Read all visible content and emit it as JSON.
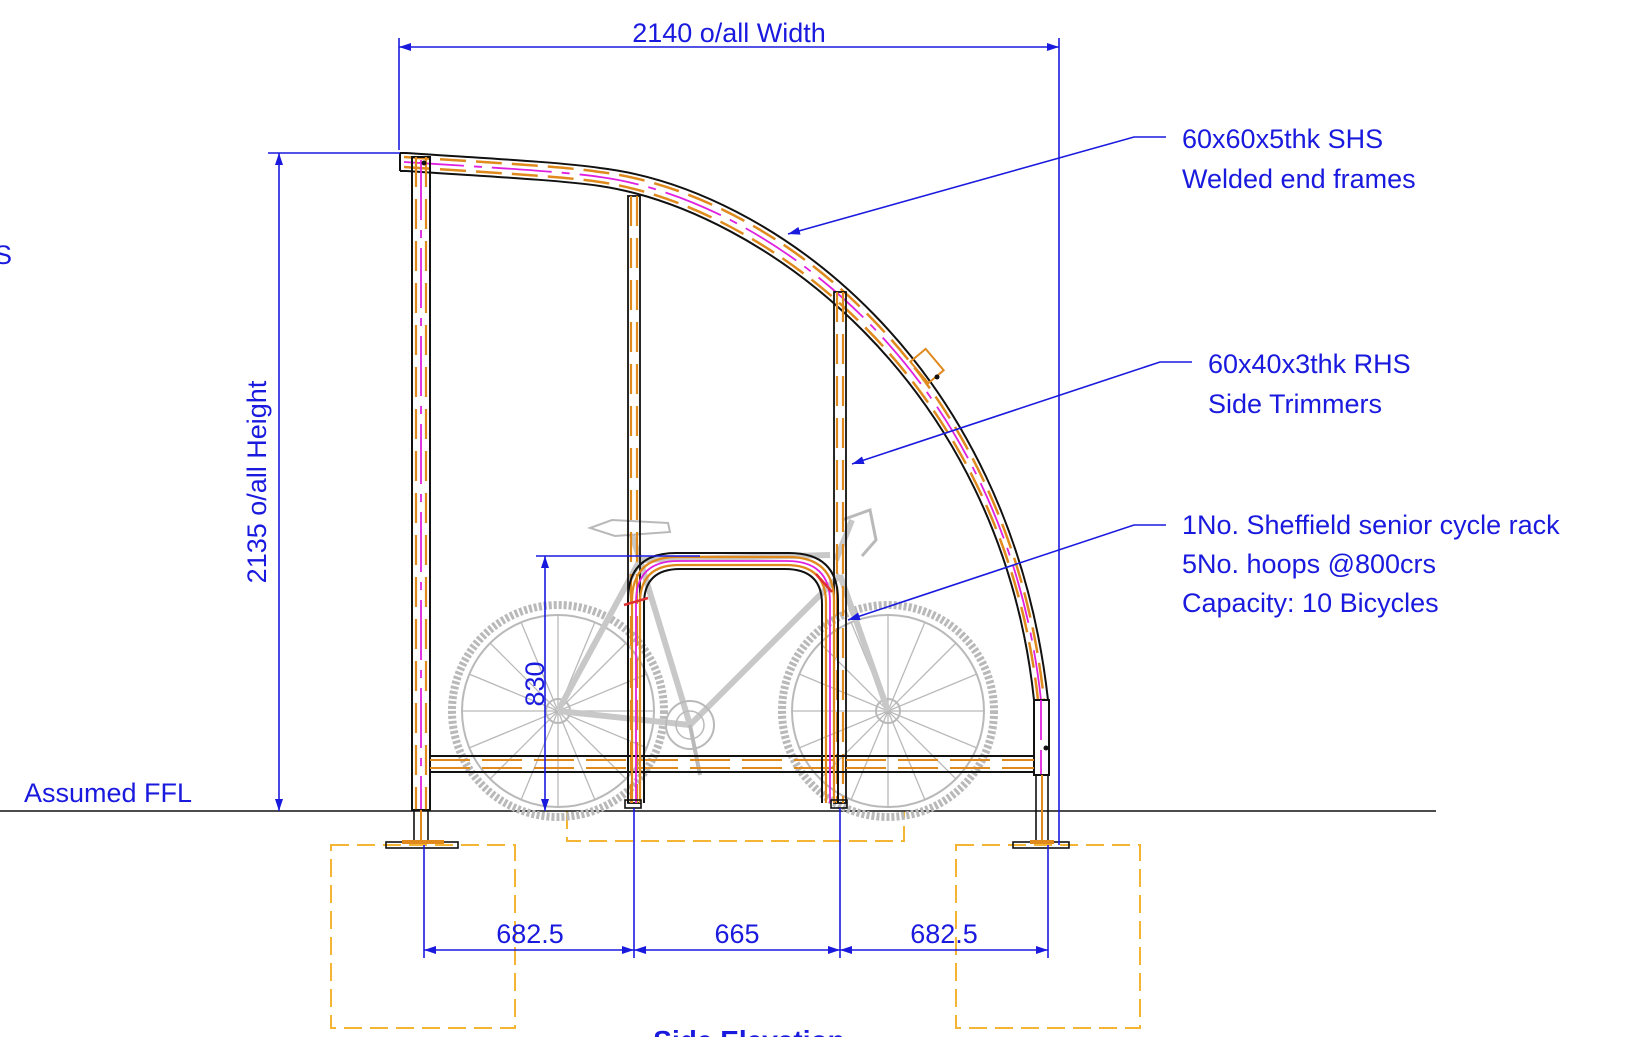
{
  "dimensions": {
    "overall_width": "2140 o/all Width",
    "overall_height": "2135 o/all Height",
    "rack_height": "830",
    "spacing_left": "682.5",
    "spacing_middle": "665",
    "spacing_right": "682.5"
  },
  "labels": {
    "ffl": "Assumed FFL",
    "partial_edge_text": "S",
    "view_title": "Side Elevation",
    "end_frames": {
      "line1": "60x60x5thk SHS",
      "line2": "Welded end frames"
    },
    "side_trimmers": {
      "line1": "60x40x3thk RHS",
      "line2": "Side Trimmers"
    },
    "cycle_rack": {
      "line1": "1No. Sheffield senior cycle rack",
      "line2": "5No. hoops @800crs",
      "line3": "Capacity: 10 Bicycles"
    }
  },
  "colors": {
    "annotation": "#1a1adf",
    "steel_outline": "#111111",
    "steel_hidden": "#e08a1e",
    "centerline": "#e020e0",
    "bicycle": "#b9b9b9",
    "foundation": "#f3b533"
  }
}
